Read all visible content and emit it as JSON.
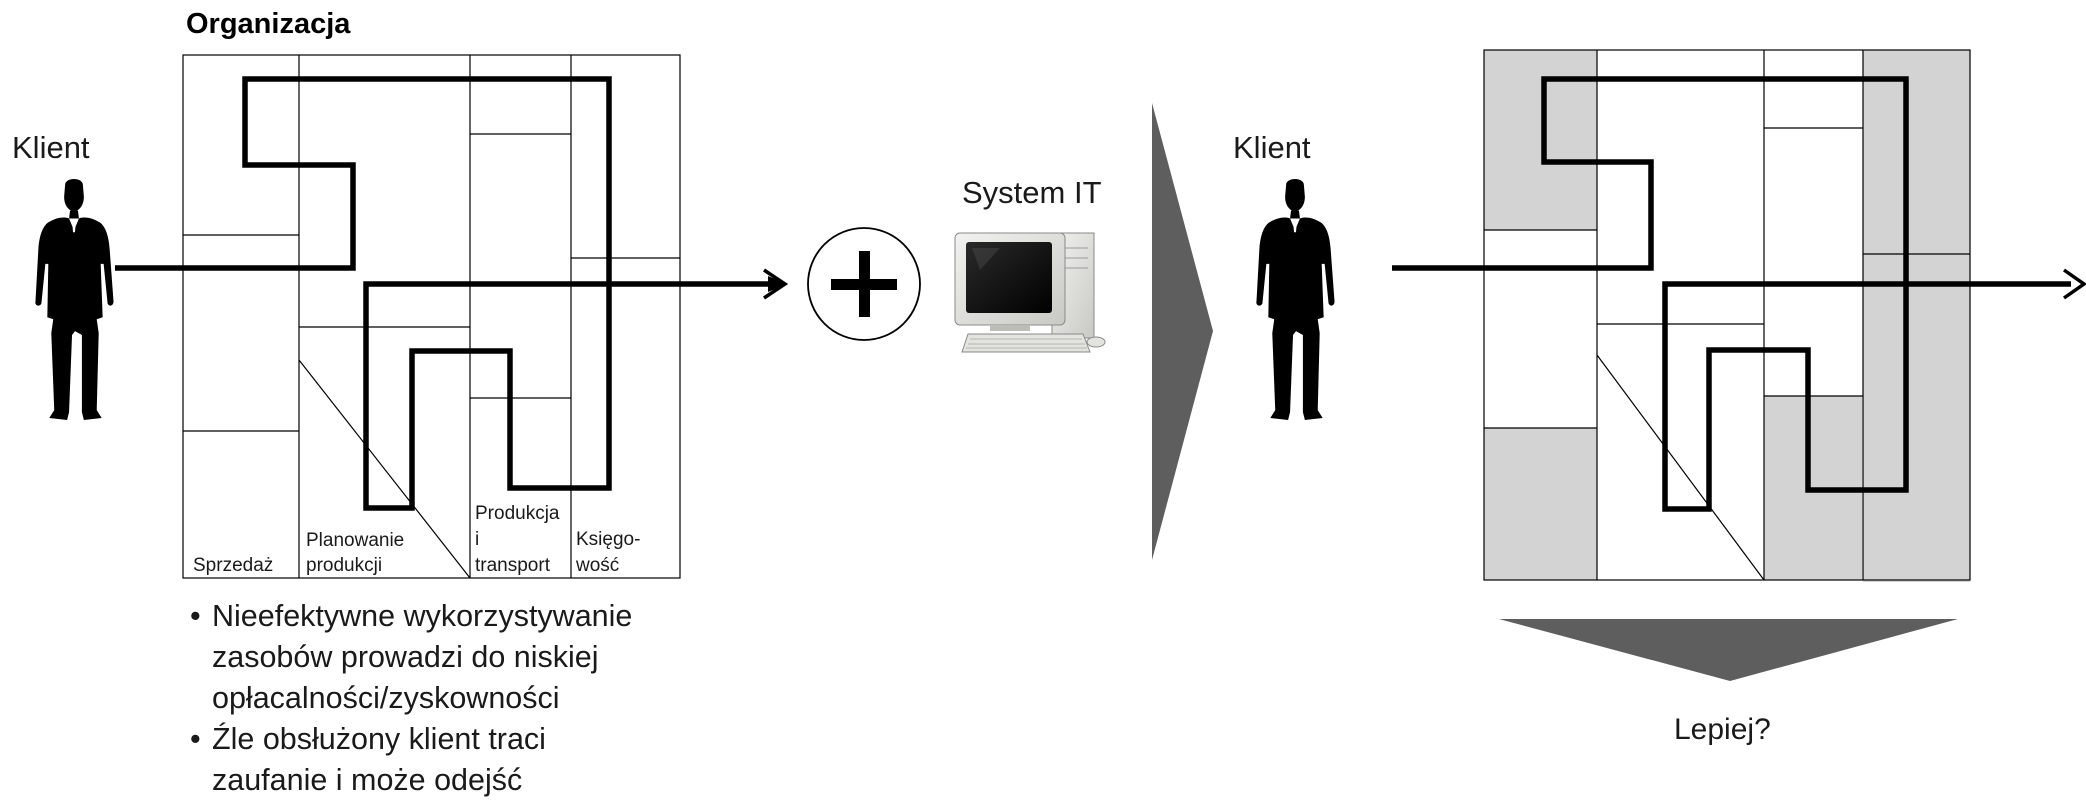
{
  "title": "Organizacja",
  "klient_left": "Klient",
  "klient_right": "Klient",
  "system_it": "System IT",
  "lepiej": "Lepiej?",
  "departments": {
    "sprzedaz": [
      "Sprzedaż"
    ],
    "planowanie": [
      "Planowanie",
      "produkcji"
    ],
    "produkcja": [
      "Produkcja",
      "i",
      "transport"
    ],
    "ksiegowosc": [
      "Księgo-",
      "wość"
    ]
  },
  "bullets": [
    "Nieefektywne wykorzystywanie\nzasobów prowadzi do niskiej\nopłacalności/zyskowności",
    "Źle obsłużony klient traci\nzaufanie i może odejść"
  ],
  "colors": {
    "shade": "#d3d3d3",
    "arrow_gray": "#5a5a5a",
    "line": "#000000"
  },
  "icons": [
    "person-icon",
    "plus-icon",
    "computer-icon",
    "chevron-right-icon",
    "chevron-down-icon"
  ]
}
